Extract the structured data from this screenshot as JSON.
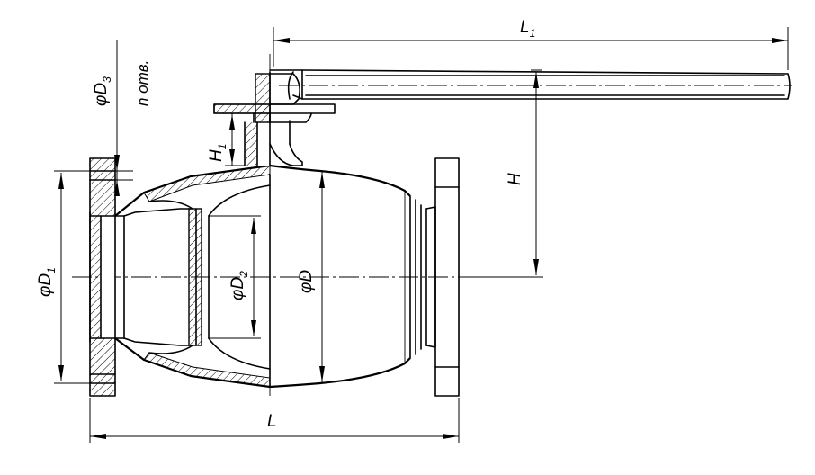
{
  "labels": {
    "L1_main": "L",
    "L1_sub": "1",
    "L": "L",
    "H": "H",
    "H1_main": "H",
    "H1_sub": "1",
    "D": "φD",
    "D1_main": "φD",
    "D1_sub": "1",
    "D2_main": "φD",
    "D2_sub": "2",
    "D3_main": "φD",
    "D3_sub": "3",
    "holes": "n отв."
  }
}
